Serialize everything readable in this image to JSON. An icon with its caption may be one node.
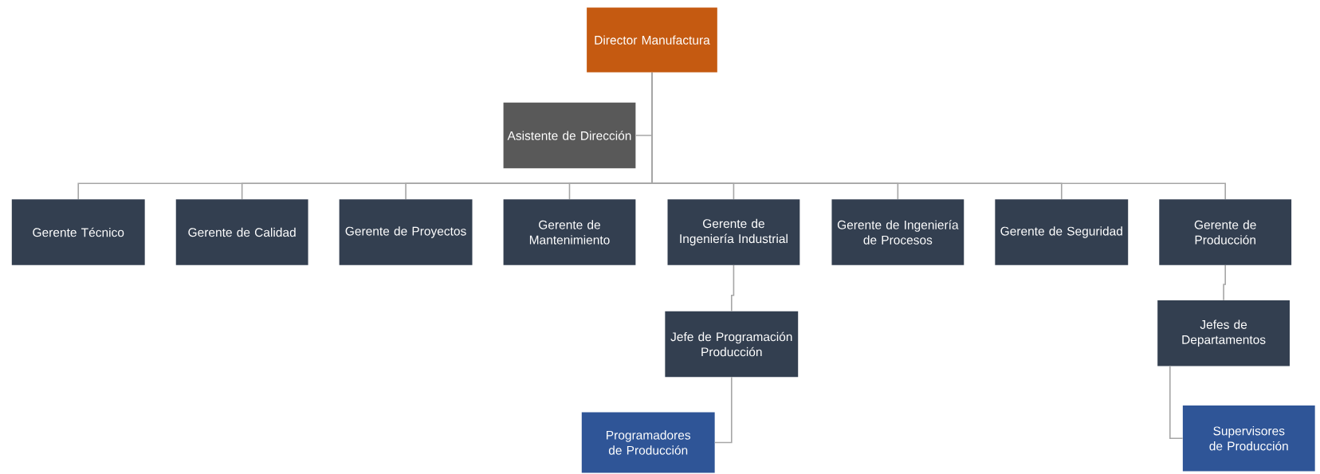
{
  "diagram": {
    "nodes": [
      {
        "text": [
          "Director Manufactura"
        ]
      },
      {
        "text": [
          "Asistente de Dirección"
        ]
      },
      {
        "text": [
          "Gerente Técnico"
        ]
      },
      {
        "text": [
          "Gerente de Calidad"
        ]
      },
      {
        "text": [
          "Gerente de Proyectos"
        ]
      },
      {
        "text": [
          "Gerente de Mantenimiento"
        ]
      },
      {
        "text": [
          "Gerente de Ingeniería Industrial"
        ]
      },
      {
        "text": [
          "Gerente de Ingeniería de Procesos"
        ]
      },
      {
        "text": [
          "Gerente de Seguridad"
        ]
      },
      {
        "text": [
          "Gerente de Producción"
        ]
      },
      {
        "text": [
          "Jefe de Programación Producción"
        ]
      },
      {
        "text": [
          "Jefes de Departamentos"
        ]
      },
      {
        "text": [
          "Programadores de Producción"
        ]
      },
      {
        "text": [
          "Supervisores de Producción"
        ]
      }
    ],
    "edges": [
      {
        "from": 0,
        "to": 1,
        "arrow": "none"
      },
      {
        "from": 0,
        "to": 2,
        "arrow": "none"
      },
      {
        "from": 0,
        "to": 3,
        "arrow": "none"
      },
      {
        "from": 0,
        "to": 4,
        "arrow": "none"
      },
      {
        "from": 0,
        "to": 5,
        "arrow": "none"
      },
      {
        "from": 0,
        "to": 6,
        "arrow": "none"
      },
      {
        "from": 0,
        "to": 7,
        "arrow": "none"
      },
      {
        "from": 0,
        "to": 8,
        "arrow": "none"
      },
      {
        "from": 0,
        "to": 9,
        "arrow": "none"
      },
      {
        "from": 6,
        "to": 10,
        "arrow": "none"
      },
      {
        "from": 9,
        "to": 11,
        "arrow": "none"
      },
      {
        "from": 10,
        "to": 12,
        "arrow": "none"
      },
      {
        "from": 11,
        "to": 13,
        "arrow": "none"
      }
    ]
  }
}
